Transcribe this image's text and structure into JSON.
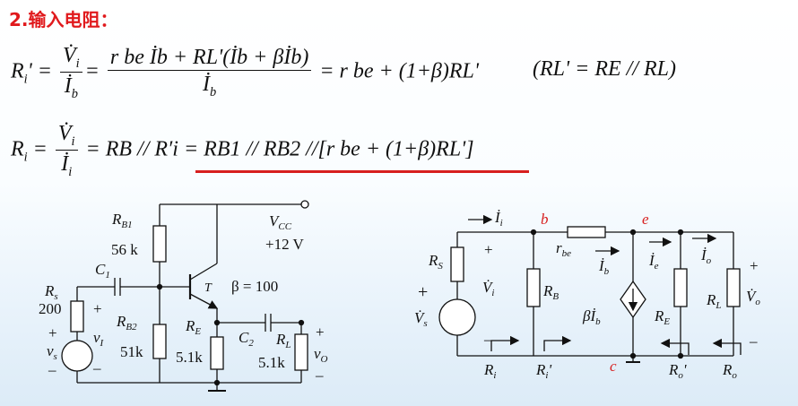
{
  "heading": "2.输入电阻：",
  "eq1": {
    "lhs": "R",
    "lhs_sub": "i",
    "lhs_prime": "' =",
    "frac1_num": "V̇",
    "frac1_num_sub": "i",
    "frac1_den": "İ",
    "frac1_den_sub": "b",
    "frac2_num": "r be İb + RL'(İb + βİb)",
    "frac2_den": "İ",
    "frac2_den_sub": "b",
    "rhs": "= r be + (1+β)RL'",
    "side": "(RL' = RE // RL)"
  },
  "eq2": {
    "lhs": "R",
    "lhs_sub": "i",
    "frac_num": "V̇",
    "frac_num_sub": "i",
    "frac_den": "İ",
    "frac_den_sub": "i",
    "mid": "= RB // R′i",
    "rhs": "= RB1 // RB2 //[r be + (1+β)RL']"
  },
  "circuit1": {
    "rb1": "R",
    "rb1_sub": "B1",
    "rb1_val": "56 k",
    "rb2": "R",
    "rb2_sub": "B2",
    "rb2_val": "51k",
    "vcc": "V",
    "vcc_sub": "CC",
    "vcc_val": "+12 V",
    "c1": "C",
    "c1_sub": "1",
    "rs": "R",
    "rs_sub": "s",
    "rs_val": "200",
    "vs": "v",
    "vs_sub": "s",
    "vi": "v",
    "vi_sub": "I",
    "t": "T",
    "beta": "β = 100",
    "re": "R",
    "re_sub": "E",
    "re_val": "5.1k",
    "c2": "C",
    "c2_sub": "2",
    "rl": "R",
    "rl_sub": "L",
    "rl_val": "5.1k",
    "vo": "v",
    "vo_sub": "O",
    "plus": "+",
    "minus": "–"
  },
  "circuit2": {
    "ii": "İ",
    "ii_sub": "i",
    "node_b": "b",
    "node_e": "e",
    "node_c": "c",
    "rbe": "r",
    "rbe_sub": "be",
    "ib": "İ",
    "ib_sub": "b",
    "ie": "İ",
    "ie_sub": "e",
    "io": "İ",
    "io_sub": "o",
    "rs": "R",
    "rs_sub": "S",
    "vi": "V̇",
    "vi_sub": "i",
    "vs": "V̇",
    "vs_sub": "s",
    "rb": "R",
    "rb_sub": "B",
    "src": "βİ",
    "src_sub": "b",
    "re": "R",
    "re_sub": "E",
    "rl": "R",
    "rl_sub": "L",
    "vo": "V̇",
    "vo_sub": "o",
    "ri": "R",
    "ri_sub": "i",
    "ri2": "R",
    "ri2_sub": "i",
    "ri2_prime": "'",
    "ro2": "R",
    "ro2_sub": "o",
    "ro2_prime": "'",
    "ro": "R",
    "ro_sub": "o",
    "plus": "+",
    "minus": "–"
  },
  "colors": {
    "heading": "#e0191c",
    "node_labels": "#d71f1f",
    "underline": "#d71f1f"
  }
}
